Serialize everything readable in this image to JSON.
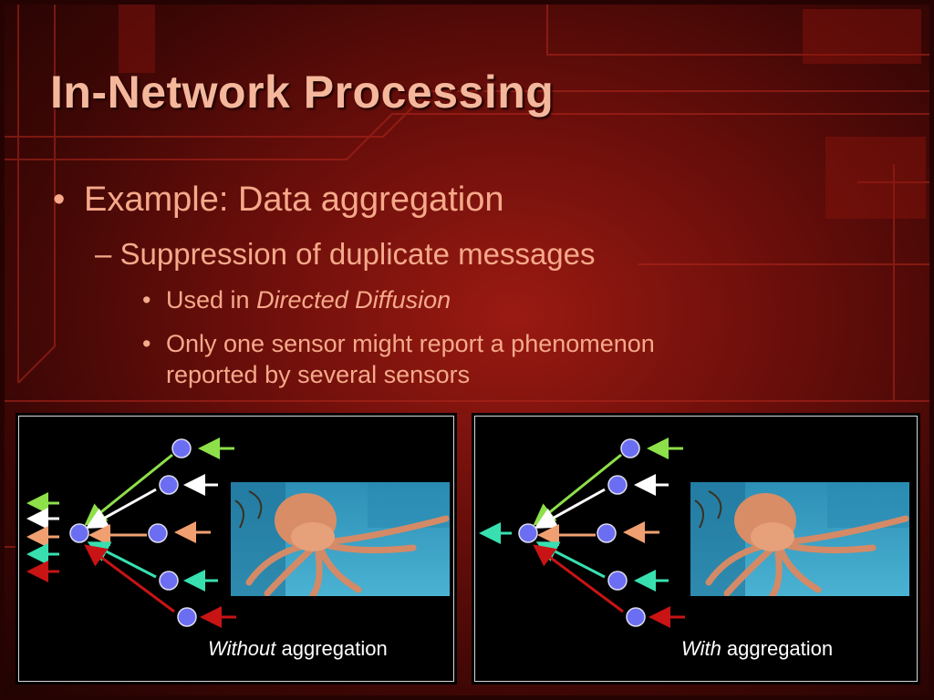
{
  "slide": {
    "title": "In-Network Processing",
    "bullet1": "Example: Data aggregation",
    "sub1": "Suppression of duplicate messages",
    "sub1_items": [
      {
        "prefix": "Used in ",
        "emph": "Directed Diffusion"
      },
      {
        "line1": "Only one sensor might report a phenomenon",
        "line2": "reported by several sensors"
      }
    ]
  },
  "panels": {
    "left": {
      "caption_emph": "Without",
      "caption_rest": " aggregation"
    },
    "right": {
      "caption_emph": "With",
      "caption_rest": " aggregation"
    }
  },
  "colors": {
    "title": "#f5b79c",
    "bullet_text": "#f6a98a",
    "node": "#6b6ef2",
    "arrow_green": "#8ee04a",
    "arrow_white": "#ffffff",
    "arrow_orange": "#f0a070",
    "arrow_cyan": "#38e0b0",
    "arrow_red": "#c81414"
  },
  "icons": {
    "octopus_photo": "octopus-photo"
  }
}
